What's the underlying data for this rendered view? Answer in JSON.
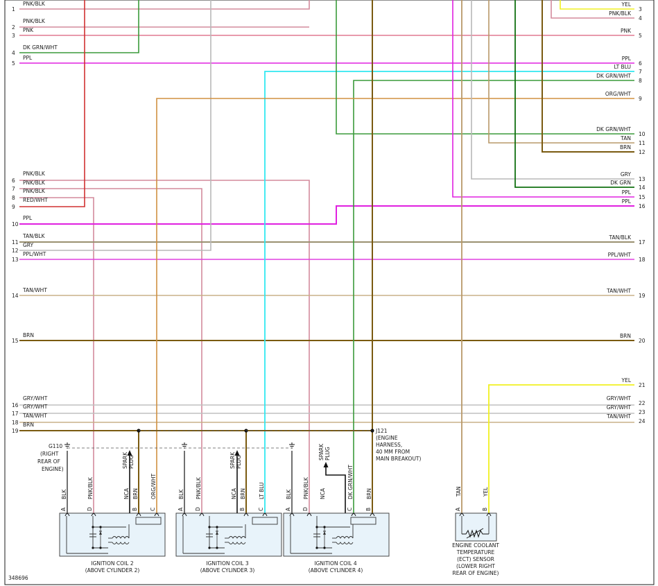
{
  "left_pins": [
    {
      "n": "1",
      "label": "PNK/BLK"
    },
    {
      "n": "2",
      "label": "PNK/BLK"
    },
    {
      "n": "3",
      "label": "PNK"
    },
    {
      "n": "4",
      "label": "DK GRN/WHT"
    },
    {
      "n": "5",
      "label": "PPL"
    },
    {
      "n": "6",
      "label": "PNK/BLK"
    },
    {
      "n": "7",
      "label": "PNK/BLK"
    },
    {
      "n": "8",
      "label": "PNK/BLK"
    },
    {
      "n": "9",
      "label": "RED/WHT"
    },
    {
      "n": "10",
      "label": "PPL"
    },
    {
      "n": "11",
      "label": "TAN/BLK"
    },
    {
      "n": "12",
      "label": "GRY"
    },
    {
      "n": "13",
      "label": "PPL/WHT"
    },
    {
      "n": "14",
      "label": "TAN/WHT"
    },
    {
      "n": "15",
      "label": "BRN"
    },
    {
      "n": "16",
      "label": "GRY/WHT"
    },
    {
      "n": "17",
      "label": "GRY/WHT"
    },
    {
      "n": "18",
      "label": "TAN/WHT"
    },
    {
      "n": "19",
      "label": "BRN"
    }
  ],
  "right_pins": [
    {
      "n": "3",
      "label": "YEL"
    },
    {
      "n": "4",
      "label": "PNK/BLK"
    },
    {
      "n": "5",
      "label": "PNK"
    },
    {
      "n": "6",
      "label": "PPL"
    },
    {
      "n": "7",
      "label": "LT BLU"
    },
    {
      "n": "8",
      "label": "DK GRN/WHT"
    },
    {
      "n": "9",
      "label": "ORG/WHT"
    },
    {
      "n": "10",
      "label": "DK GRN/WHT"
    },
    {
      "n": "11",
      "label": "TAN"
    },
    {
      "n": "12",
      "label": "BRN"
    },
    {
      "n": "13",
      "label": "GRY"
    },
    {
      "n": "14",
      "label": "DK GRN"
    },
    {
      "n": "15",
      "label": "PPL"
    },
    {
      "n": "16",
      "label": "PPL"
    },
    {
      "n": "17",
      "label": "TAN/BLK"
    },
    {
      "n": "18",
      "label": "PPL/WHT"
    },
    {
      "n": "19",
      "label": "TAN/WHT"
    },
    {
      "n": "20",
      "label": "BRN"
    },
    {
      "n": "21",
      "label": "YEL"
    },
    {
      "n": "22",
      "label": "GRY/WHT"
    },
    {
      "n": "23",
      "label": "GRY/WHT"
    },
    {
      "n": "24",
      "label": "TAN/WHT"
    }
  ],
  "ground": {
    "name": "G110",
    "lines": [
      "(RIGHT",
      "REAR OF",
      "ENGINE)"
    ]
  },
  "splice": {
    "name": "J121",
    "lines": [
      "(ENGINE",
      "HARNESS,",
      "40 MM FROM",
      "MAIN BREAKOUT)"
    ]
  },
  "coils": [
    {
      "title": "IGNITION COIL 2",
      "subtitle": "(ABOVE CYLINDER 2)",
      "pins": [
        {
          "p": "A",
          "w": "BLK"
        },
        {
          "p": "D",
          "w": "PNK/BLK"
        },
        {
          "p": "",
          "w": "NCA"
        },
        {
          "p": "B",
          "w": "BRN"
        },
        {
          "p": "C",
          "w": "ORG/WHT"
        }
      ],
      "plug": [
        "SPARK",
        "PLUG"
      ]
    },
    {
      "title": "IGNITION COIL 3",
      "subtitle": "(ABOVE CYLINDER 3)",
      "pins": [
        {
          "p": "A",
          "w": "BLK"
        },
        {
          "p": "D",
          "w": "PNK/BLK"
        },
        {
          "p": "",
          "w": "NCA"
        },
        {
          "p": "B",
          "w": "BRN"
        },
        {
          "p": "C",
          "w": "LT BLU"
        }
      ],
      "plug": [
        "SPARK",
        "PLUG"
      ]
    },
    {
      "title": "IGNITION COIL 4",
      "subtitle": "(ABOVE CYLINDER 4)",
      "pins": [
        {
          "p": "A",
          "w": "BLK"
        },
        {
          "p": "D",
          "w": "PNK/BLK"
        },
        {
          "p": "",
          "w": "NCA"
        },
        {
          "p": "C",
          "w": "DK GRN/WHT"
        },
        {
          "p": "B",
          "w": "BRN"
        }
      ],
      "plug": [
        "SPARK",
        "PLUG"
      ]
    }
  ],
  "ect": {
    "lines": [
      "ENGINE COOLANT",
      "TEMPERATURE",
      "(ECT) SENSOR",
      "(LOWER RIGHT",
      "REAR OF ENGINE)"
    ],
    "pins": [
      {
        "p": "A",
        "w": "TAN"
      },
      {
        "p": "B",
        "w": "YEL"
      }
    ]
  },
  "figure_id": "348696",
  "colors": {
    "PNK": "#e07890",
    "PNK/BLK": "#d48a9c",
    "PPL": "#e020e0",
    "PPL/WHT": "#e040e0",
    "DK GRN/WHT": "#3a9a3a",
    "DK GRN": "#107010",
    "RED/WHT": "#d03030",
    "TAN/BLK": "#9a9070",
    "GRY": "#b8b8b8",
    "TAN/WHT": "#c8b088",
    "BRN": "#7a5a10",
    "GRY/WHT": "#c0c0c0",
    "YEL": "#f0f020",
    "LT BLU": "#30e8f0",
    "ORG/WHT": "#d09040",
    "TAN": "#b89868",
    "BLK": "#222222"
  }
}
